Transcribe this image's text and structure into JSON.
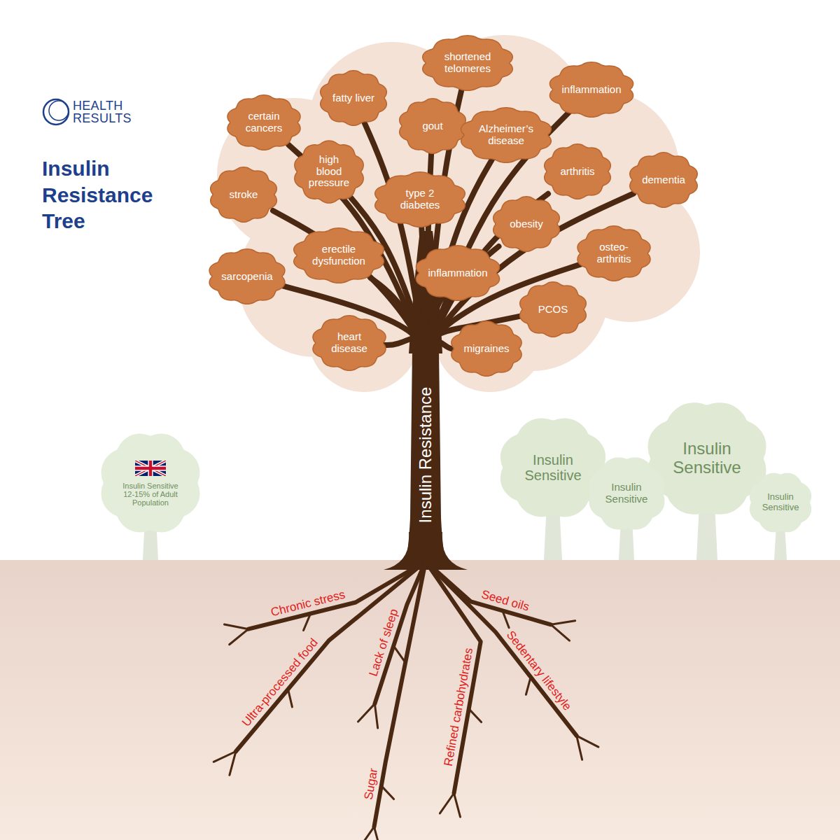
{
  "diagram": {
    "title": "Insulin Resistance Tree",
    "nodes": [
      {
        "text": [
          "shortened telomeres"
        ]
      },
      {
        "text": [
          "inflammation"
        ]
      },
      {
        "text": [
          "fatty liver"
        ]
      },
      {
        "text": [
          "certain cancers"
        ]
      },
      {
        "text": [
          "gout"
        ]
      },
      {
        "text": [
          "Alzheimer’s disease"
        ]
      },
      {
        "text": [
          "high blood pressure"
        ]
      },
      {
        "text": [
          "arthritis"
        ]
      },
      {
        "text": [
          "dementia"
        ]
      },
      {
        "text": [
          "stroke"
        ]
      },
      {
        "text": [
          "type 2 diabetes"
        ]
      },
      {
        "text": [
          "obesity"
        ]
      },
      {
        "text": [
          "osteo- arthritis"
        ]
      },
      {
        "text": [
          "erectile dysfunction"
        ]
      },
      {
        "text": [
          "inflammation"
        ]
      },
      {
        "text": [
          "sarcopenia"
        ]
      },
      {
        "text": [
          "PCOS"
        ]
      },
      {
        "text": [
          "heart disease"
        ]
      },
      {
        "text": [
          "migraines"
        ]
      },
      {
        "text": [
          "Insulin Resistance"
        ]
      },
      {
        "text": [
          "Insulin Sensitive",
          "12-15% of Adult Population"
        ]
      },
      {
        "text": [
          "Insulin Sensitive"
        ]
      },
      {
        "text": [
          "Insulin Sensitive"
        ]
      },
      {
        "text": [
          "Insulin Sensitive"
        ]
      },
      {
        "text": [
          "Insulin Sensitive"
        ]
      }
    ],
    "edges": [
      {
        "from": 19,
        "to": 0,
        "arrow": "none"
      },
      {
        "from": 19,
        "to": 1,
        "arrow": "none"
      },
      {
        "from": 19,
        "to": 2,
        "arrow": "none"
      },
      {
        "from": 19,
        "to": 3,
        "arrow": "none"
      },
      {
        "from": 19,
        "to": 4,
        "arrow": "none"
      },
      {
        "from": 19,
        "to": 5,
        "arrow": "none"
      },
      {
        "from": 19,
        "to": 6,
        "arrow": "none"
      },
      {
        "from": 19,
        "to": 7,
        "arrow": "none"
      },
      {
        "from": 19,
        "to": 8,
        "arrow": "none"
      },
      {
        "from": 19,
        "to": 9,
        "arrow": "none"
      },
      {
        "from": 19,
        "to": 10,
        "arrow": "none"
      },
      {
        "from": 19,
        "to": 11,
        "arrow": "none"
      },
      {
        "from": 19,
        "to": 12,
        "arrow": "none"
      },
      {
        "from": 19,
        "to": 13,
        "arrow": "none"
      },
      {
        "from": 19,
        "to": 14,
        "arrow": "none"
      },
      {
        "from": 19,
        "to": 15,
        "arrow": "none"
      },
      {
        "from": 19,
        "to": 16,
        "arrow": "none"
      },
      {
        "from": 19,
        "to": 17,
        "arrow": "none"
      },
      {
        "from": 19,
        "to": 18,
        "arrow": "none"
      }
    ],
    "labels": [
      "HEALTH RESULTS",
      "Chronic stress",
      "Seed oils",
      "Ultra-processed food",
      "Lack of sleep",
      "Sugar",
      "Sedentary lifestyle",
      "Refined carbohydrates"
    ]
  }
}
